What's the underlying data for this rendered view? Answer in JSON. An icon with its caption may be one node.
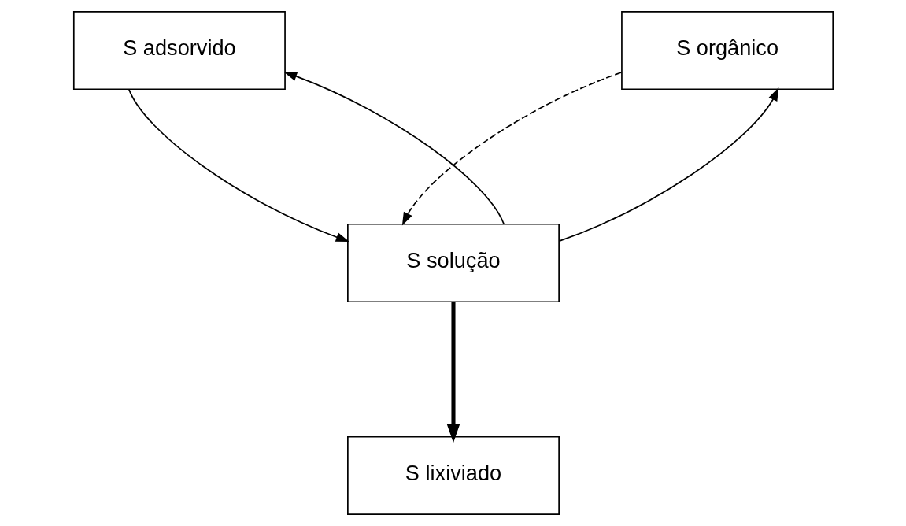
{
  "diagram": {
    "nodes": [
      {
        "text": [
          "S adsorvido"
        ]
      },
      {
        "text": [
          "S orgânico"
        ]
      },
      {
        "text": [
          "S solução"
        ]
      },
      {
        "text": [
          "S lixiviado"
        ]
      }
    ],
    "edges": [
      {
        "from": 0,
        "to": 2,
        "arrow": "to"
      },
      {
        "from": 2,
        "to": 0,
        "arrow": "to"
      },
      {
        "from": 1,
        "to": 2,
        "arrow": "to",
        "style": "dashed"
      },
      {
        "from": 2,
        "to": 1,
        "arrow": "to"
      },
      {
        "from": 2,
        "to": 3,
        "arrow": "to",
        "style": "thick"
      }
    ]
  }
}
